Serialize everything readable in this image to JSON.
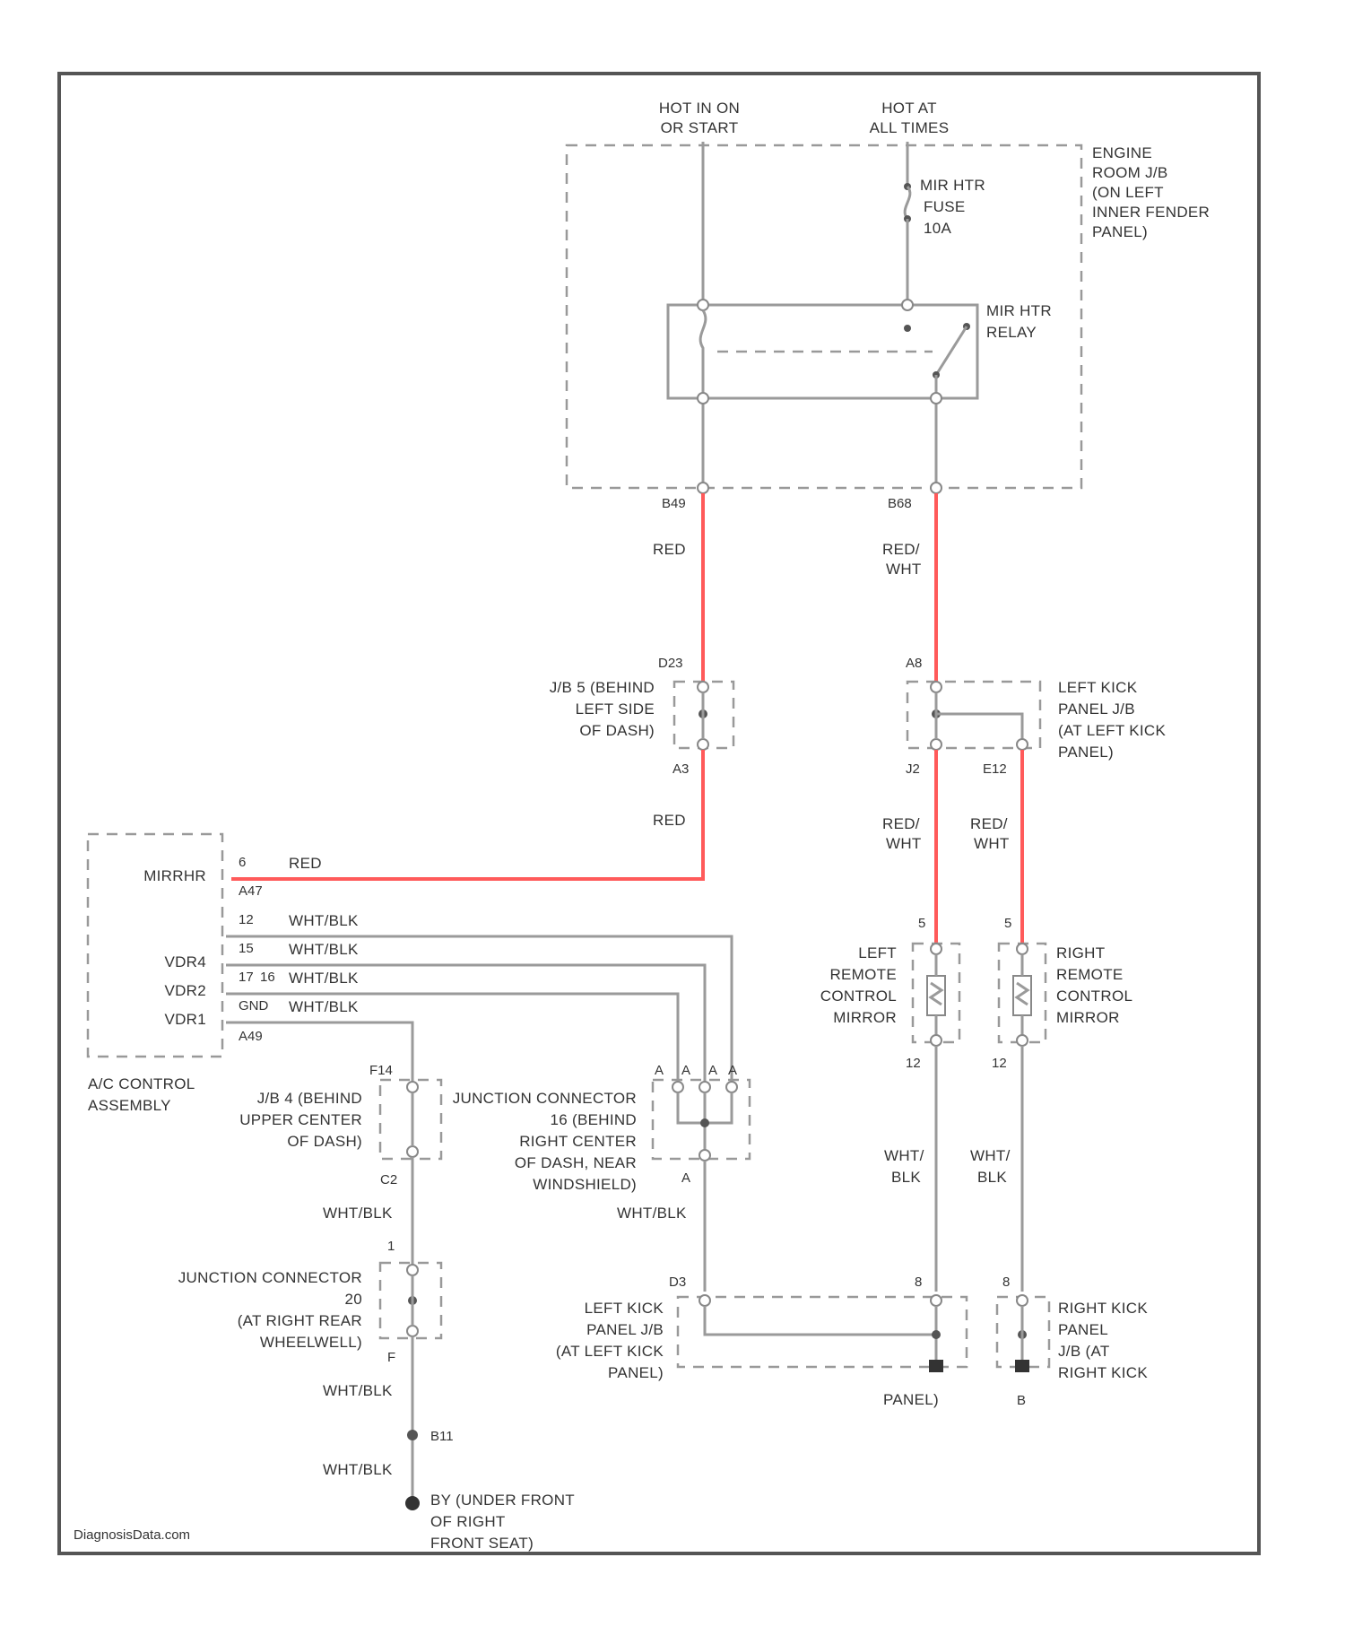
{
  "power": {
    "hot_run_start": [
      "HOT IN ON",
      "OR START"
    ],
    "hot_all_times": [
      "HOT AT",
      "ALL TIMES"
    ]
  },
  "engine_room_jb": [
    "ENGINE",
    "ROOM J/B",
    "(ON LEFT",
    "INNER FENDER",
    "PANEL)"
  ],
  "fuse": [
    "MIR HTR",
    "FUSE",
    "10A"
  ],
  "relay": [
    "MIR HTR",
    "RELAY"
  ],
  "pins": {
    "relay_left": "B49",
    "relay_right": "B68",
    "jb5_top": "D23",
    "jb5_bottom": "A3",
    "lkick_top": "A8",
    "lkick_mid1": "J2",
    "lkick_mid2": "E12",
    "ac_pin6": "6",
    "ac_a47": "A47",
    "ac_12": "12",
    "ac_15": "15",
    "ac_17": "17",
    "ac_16": "16",
    "ac_gnd": "GND",
    "ac_a49": "A49",
    "left_mirror_top": "5",
    "right_mirror_top": "5",
    "left_mirror_bot": "12",
    "right_mirror_bot": "12",
    "jb4_top": "F14",
    "jb4_bot": "C2",
    "jc_a1": "A",
    "jc_a2": "A",
    "jc_a3": "A",
    "jc_a4": "A",
    "jc_bot": "A",
    "jc2_top": "1",
    "jc2_bot": "F",
    "bottom_d3": "D3",
    "bottom_l8": "8",
    "bottom_r8": "8",
    "b11": "B11",
    "b_r": "B"
  },
  "wire_colors": {
    "red_1": "RED",
    "red_2": "RED",
    "red_3": "RED",
    "redwht_1": [
      "RED/",
      "WHT"
    ],
    "redwht_2": [
      "RED/",
      "WHT"
    ],
    "redwht_3": [
      "RED/",
      "WHT"
    ],
    "whtblk_1": "WHT/BLK",
    "whtblk_2": "WHT/BLK",
    "whtblk_3": "WHT/BLK",
    "whtblk_4": "WHT/BLK",
    "whtblk_5": "WHT/BLK",
    "whtblk_6": "WHT/BLK",
    "whtblk_7": "WHT/BLK",
    "whtblk_8": "WHT/BLK",
    "wht_blk_l": [
      "WHT/",
      "BLK"
    ],
    "wht_blk_r": [
      "WHT/",
      "BLK"
    ]
  },
  "components": {
    "jb5": [
      "J/B 5 (BEHIND",
      "LEFT SIDE",
      "OF DASH)"
    ],
    "left_kick_jb_top": [
      "LEFT KICK",
      "PANEL J/B",
      "(AT LEFT KICK",
      "PANEL)"
    ],
    "ac_control": [
      "A/C CONTROL",
      "ASSEMBLY"
    ],
    "ac_labels": [
      "MIRRHR",
      "VDR4",
      "VDR2",
      "VDR1"
    ],
    "left_mirror": [
      "LEFT",
      "REMOTE",
      "CONTROL",
      "MIRROR"
    ],
    "right_mirror": [
      "RIGHT",
      "REMOTE",
      "CONTROL",
      "MIRROR"
    ],
    "jb4": [
      "J/B 4 (BEHIND",
      "UPPER CENTER",
      "OF DASH)"
    ],
    "junction_connector_1": [
      "JUNCTION CONNECTOR",
      "16 (BEHIND",
      "RIGHT CENTER",
      "OF DASH, NEAR",
      "WINDSHIELD)"
    ],
    "junction_connector_2": [
      "JUNCTION CONNECTOR",
      "20",
      "(AT RIGHT REAR",
      "WHEELWELL)"
    ],
    "left_kick_jb_bottom": [
      "LEFT KICK",
      "PANEL J/B",
      "(AT LEFT KICK",
      "PANEL)"
    ],
    "right_kick_jb": [
      "RIGHT KICK",
      "PANEL",
      "J/B (AT",
      "RIGHT KICK"
    ],
    "panel_bottom": "PANEL)",
    "ground": [
      "BY (UNDER FRONT",
      "OF RIGHT",
      "FRONT SEAT)"
    ]
  },
  "watermark": "DiagnosisData.com",
  "colors": {
    "red_wire": "#ff5a5a",
    "gray_wire": "#9a9a9a",
    "frame": "#555555"
  }
}
